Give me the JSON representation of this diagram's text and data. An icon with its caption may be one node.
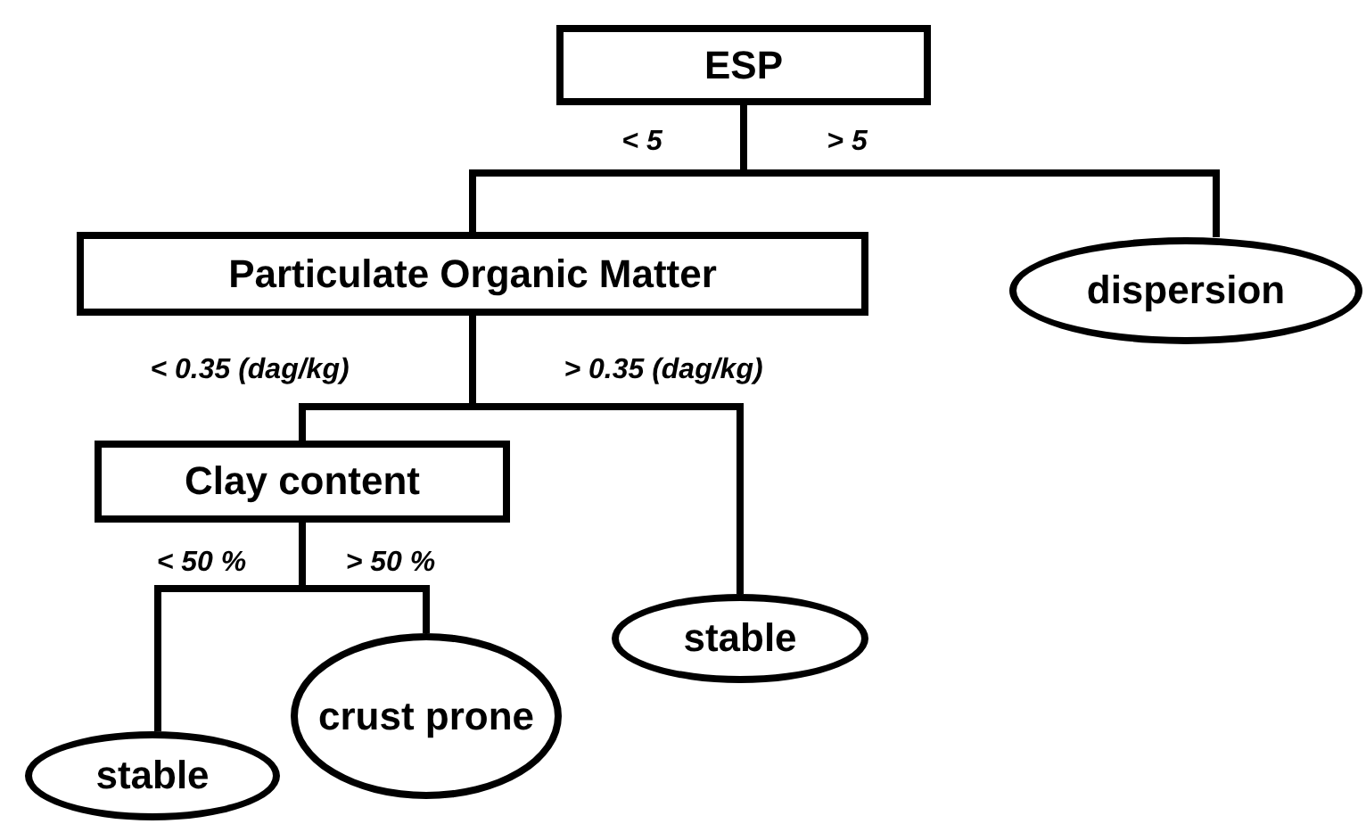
{
  "diagram": {
    "nodes": [
      {
        "text": [
          "ESP"
        ]
      },
      {
        "text": [
          "Particulate Organic Matter"
        ]
      },
      {
        "text": [
          "dispersion"
        ]
      },
      {
        "text": [
          "Clay content"
        ]
      },
      {
        "text": [
          "stable"
        ]
      },
      {
        "text": [
          "crust prone"
        ]
      },
      {
        "text": [
          "stable"
        ]
      }
    ],
    "edges": [
      {
        "from": 0,
        "to": 1,
        "arrow": "none",
        "label": "< 5"
      },
      {
        "from": 0,
        "to": 2,
        "arrow": "none",
        "label": "> 5"
      },
      {
        "from": 1,
        "to": 3,
        "arrow": "none",
        "label": "< 0.35 (dag/kg)"
      },
      {
        "from": 1,
        "to": 4,
        "arrow": "none",
        "label": "> 0.35 (dag/kg)"
      },
      {
        "from": 3,
        "to": 6,
        "arrow": "none",
        "label": "< 50 %"
      },
      {
        "from": 3,
        "to": 5,
        "arrow": "none",
        "label": "> 50 %"
      }
    ]
  }
}
